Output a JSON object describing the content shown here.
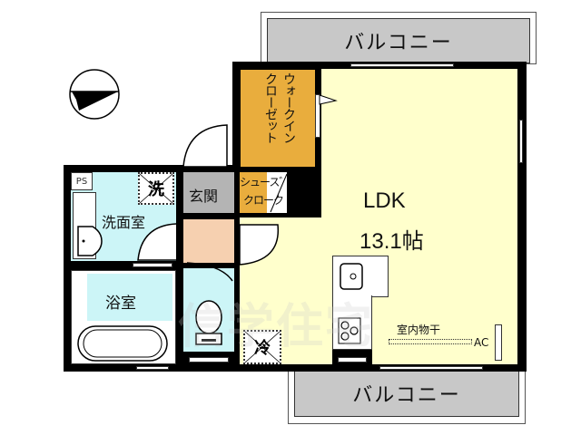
{
  "floorplan": {
    "rooms": {
      "ldk": {
        "name": "LDK",
        "size": "13.1帖"
      },
      "walk_in_closet": {
        "line1": "ウォークイン",
        "line2": "クローゼット"
      },
      "shoe_closet": {
        "line1": "シュース゛",
        "line2": "クローク"
      },
      "entrance": {
        "name": "玄関"
      },
      "washroom": {
        "name": "洗面室"
      },
      "bathroom": {
        "name": "浴室"
      },
      "balcony_top": {
        "name": "バルコニー"
      },
      "balcony_bottom": {
        "name": "バルコニー"
      }
    },
    "labels": {
      "ps": "PS",
      "washer": "洗",
      "fridge": "冷",
      "indoor_drying": "室内物干",
      "ac": "AC"
    },
    "watermark": "信学住宅",
    "colors": {
      "ldk": "#ffffcc",
      "closet": "#e9ad3d",
      "wet_area": "#ccf5f7",
      "entrance": "#b4b4b4",
      "hall": "#f6d0b0",
      "balcony": "#c8c8c8",
      "wall": "#000000"
    }
  }
}
